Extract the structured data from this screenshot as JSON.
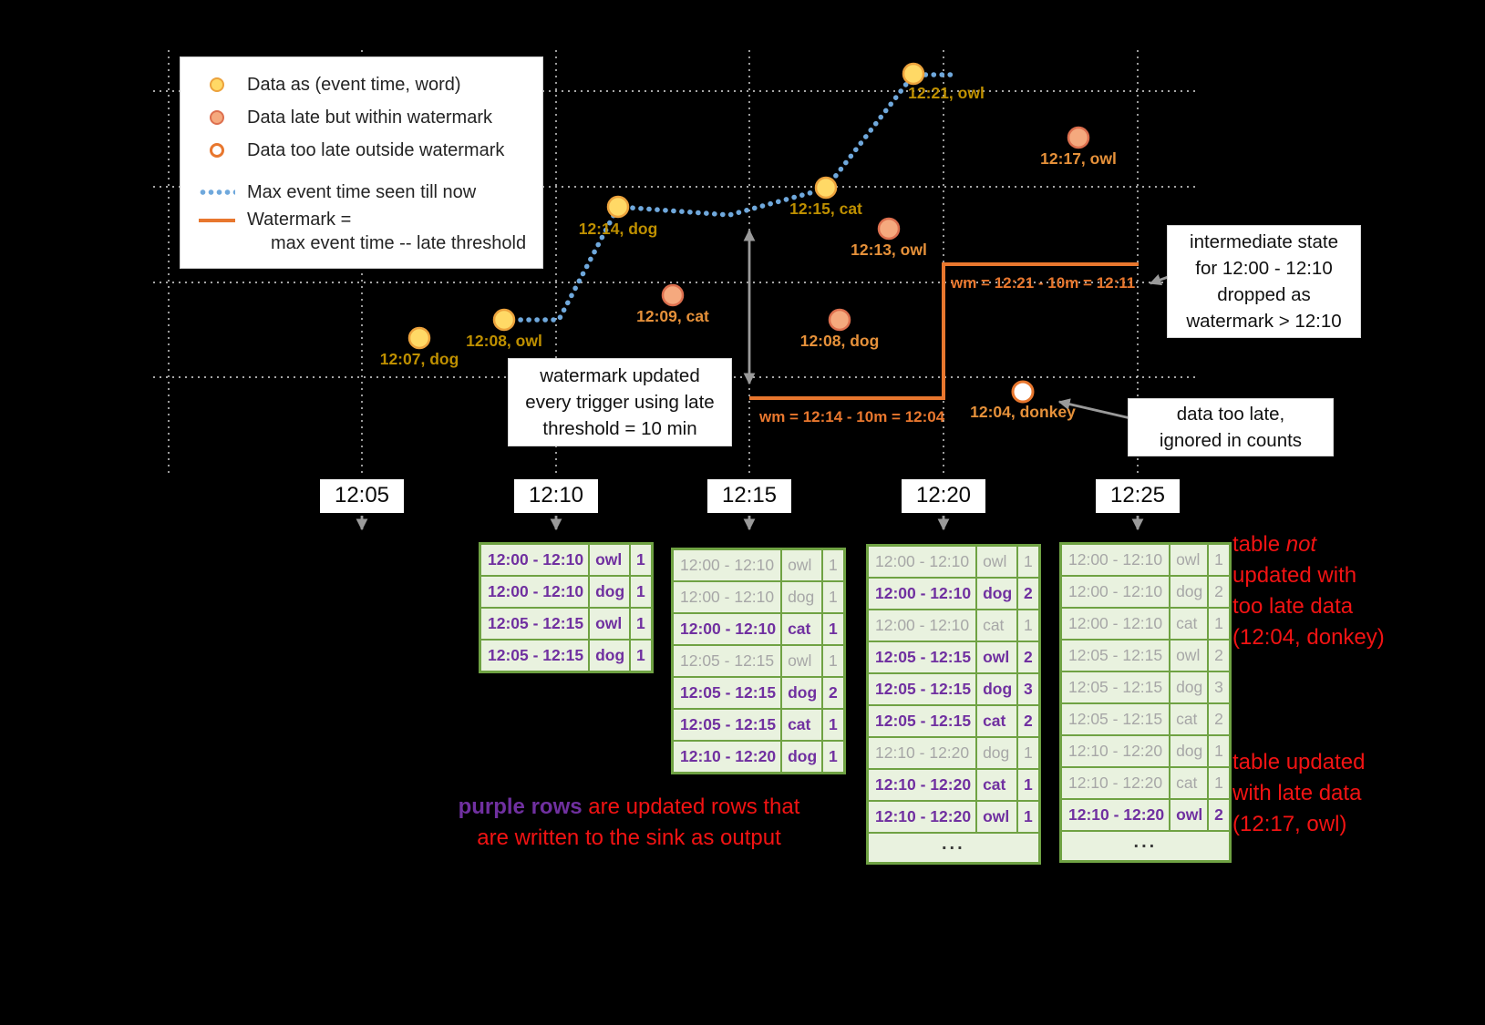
{
  "colors": {
    "background": "#000000",
    "grid": "#F0F0F0",
    "max_event_line": "#6FA8DC",
    "watermark": "#E8772E",
    "arrow": "#9A9A9A",
    "ontime_fill": "#FFD966",
    "ontime_stroke": "#ECA23C",
    "ontime_label": "#BF9000",
    "late_fill": "#F5A97E",
    "late_stroke": "#DD6F4E",
    "late_label": "#E6913A",
    "toolate_stroke": "#E8772E",
    "table_border": "#6FA243",
    "table_bg": "#E9F2DF",
    "updated_text": "#7030A0",
    "unchanged_text": "#A7A7A7",
    "note_red": "#F21313",
    "callout_bg": "#FFFFFF"
  },
  "legend": {
    "items": [
      {
        "marker": "ontime-dot",
        "label": "Data as (event time, word)"
      },
      {
        "marker": "late-dot",
        "label": "Data late but within watermark"
      },
      {
        "marker": "toolate-dot",
        "label": "Data too late outside watermark"
      },
      {
        "marker": "max-event-line",
        "label": "Max event time seen till now"
      },
      {
        "marker": "watermark-line",
        "label": "Watermark =",
        "sublabel": "max event time -- late threshold"
      }
    ]
  },
  "points": [
    {
      "label": "12:07, dog",
      "kind": "ontime"
    },
    {
      "label": "12:08, owl",
      "kind": "ontime"
    },
    {
      "label": "12:14, dog",
      "kind": "ontime"
    },
    {
      "label": "12:15, cat",
      "kind": "ontime"
    },
    {
      "label": "12:21, owl",
      "kind": "ontime"
    },
    {
      "label": "12:09, cat",
      "kind": "late"
    },
    {
      "label": "12:13, owl",
      "kind": "late"
    },
    {
      "label": "12:08, dog",
      "kind": "late"
    },
    {
      "label": "12:17, owl",
      "kind": "late"
    },
    {
      "label": "12:04, donkey",
      "kind": "toolate"
    }
  ],
  "watermark": {
    "labels": [
      "wm = 12:14 - 10m = 12:04",
      "wm = 12:21 - 10m = 12:11"
    ]
  },
  "callouts": {
    "trigger": {
      "lines": [
        "watermark updated",
        "every trigger using late",
        "threshold = 10 min"
      ]
    },
    "dropped": {
      "lines": [
        "intermediate state",
        "for 12:00 - 12:10",
        "dropped as",
        "watermark > 12:10"
      ]
    },
    "ignored": {
      "lines": [
        "data too late,",
        "ignored in counts"
      ]
    }
  },
  "axis": {
    "ticks": [
      "12:05",
      "12:10",
      "12:15",
      "12:20",
      "12:25"
    ]
  },
  "tables": [
    {
      "trigger": "12:10",
      "ellipsis": "",
      "rows": [
        {
          "window": "12:00 - 12:10",
          "word": "owl",
          "count": "1",
          "style": "updated"
        },
        {
          "window": "12:00 - 12:10",
          "word": "dog",
          "count": "1",
          "style": "updated"
        },
        {
          "window": "12:05 - 12:15",
          "word": "owl",
          "count": "1",
          "style": "updated"
        },
        {
          "window": "12:05 - 12:15",
          "word": "dog",
          "count": "1",
          "style": "updated"
        }
      ]
    },
    {
      "trigger": "12:15",
      "ellipsis": "",
      "rows": [
        {
          "window": "12:00 - 12:10",
          "word": "owl",
          "count": "1",
          "style": "unchanged"
        },
        {
          "window": "12:00 - 12:10",
          "word": "dog",
          "count": "1",
          "style": "unchanged"
        },
        {
          "window": "12:00 - 12:10",
          "word": "cat",
          "count": "1",
          "style": "updated"
        },
        {
          "window": "12:05 - 12:15",
          "word": "owl",
          "count": "1",
          "style": "unchanged"
        },
        {
          "window": "12:05 - 12:15",
          "word": "dog",
          "count": "2",
          "style": "updated"
        },
        {
          "window": "12:05 - 12:15",
          "word": "cat",
          "count": "1",
          "style": "updated"
        },
        {
          "window": "12:10 - 12:20",
          "word": "dog",
          "count": "1",
          "style": "updated"
        }
      ]
    },
    {
      "trigger": "12:20",
      "ellipsis": "...",
      "rows": [
        {
          "window": "12:00 - 12:10",
          "word": "owl",
          "count": "1",
          "style": "unchanged"
        },
        {
          "window": "12:00 - 12:10",
          "word": "dog",
          "count": "2",
          "style": "updated"
        },
        {
          "window": "12:00 - 12:10",
          "word": "cat",
          "count": "1",
          "style": "unchanged"
        },
        {
          "window": "12:05 - 12:15",
          "word": "owl",
          "count": "2",
          "style": "updated"
        },
        {
          "window": "12:05 - 12:15",
          "word": "dog",
          "count": "3",
          "style": "updated"
        },
        {
          "window": "12:05 - 12:15",
          "word": "cat",
          "count": "2",
          "style": "updated"
        },
        {
          "window": "12:10 - 12:20",
          "word": "dog",
          "count": "1",
          "style": "unchanged"
        },
        {
          "window": "12:10 - 12:20",
          "word": "cat",
          "count": "1",
          "style": "updated"
        },
        {
          "window": "12:10 - 12:20",
          "word": "owl",
          "count": "1",
          "style": "updated"
        }
      ]
    },
    {
      "trigger": "12:25",
      "ellipsis": "...",
      "rows": [
        {
          "window": "12:00 - 12:10",
          "word": "owl",
          "count": "1",
          "style": "unchanged"
        },
        {
          "window": "12:00 - 12:10",
          "word": "dog",
          "count": "2",
          "style": "unchanged"
        },
        {
          "window": "12:00 - 12:10",
          "word": "cat",
          "count": "1",
          "style": "unchanged"
        },
        {
          "window": "12:05 - 12:15",
          "word": "owl",
          "count": "2",
          "style": "unchanged"
        },
        {
          "window": "12:05 - 12:15",
          "word": "dog",
          "count": "3",
          "style": "unchanged"
        },
        {
          "window": "12:05 - 12:15",
          "word": "cat",
          "count": "2",
          "style": "unchanged"
        },
        {
          "window": "12:10 - 12:20",
          "word": "dog",
          "count": "1",
          "style": "unchanged"
        },
        {
          "window": "12:10 - 12:20",
          "word": "cat",
          "count": "1",
          "style": "unchanged"
        },
        {
          "window": "12:10 - 12:20",
          "word": "owl",
          "count": "2",
          "style": "updated"
        }
      ]
    }
  ],
  "notes": {
    "purple": {
      "highlight": "purple rows",
      "rest": " are updated rows that",
      "line2": "are written to the sink as output"
    },
    "too_late": {
      "l1a": "table ",
      "l1b": "not",
      "l2": "updated with",
      "l3": "too late data",
      "l4": "(12:04, donkey)"
    },
    "late": {
      "l1": "table updated",
      "l2": "with late data",
      "l3": "(12:17, owl)"
    }
  }
}
